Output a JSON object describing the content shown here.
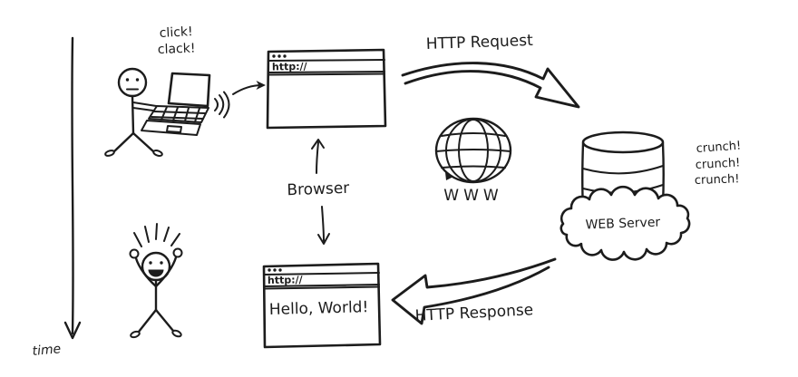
{
  "colors": {
    "ink": "#1c1c1c",
    "paper": "#ffffff"
  },
  "timeline": {
    "label": "time"
  },
  "user": {
    "typing_sounds": [
      "click!",
      "clack!"
    ]
  },
  "request": {
    "label": "HTTP Request"
  },
  "response": {
    "label": "HTTP Response"
  },
  "browser": {
    "label": "Browser"
  },
  "internet": {
    "label": "WWW"
  },
  "server": {
    "label": "WEB Server",
    "sounds": [
      "crunch!",
      "crunch!",
      "crunch!"
    ]
  },
  "top_window": {
    "address": "http://"
  },
  "bottom_window": {
    "address": "http://",
    "content": "Hello, World!"
  }
}
